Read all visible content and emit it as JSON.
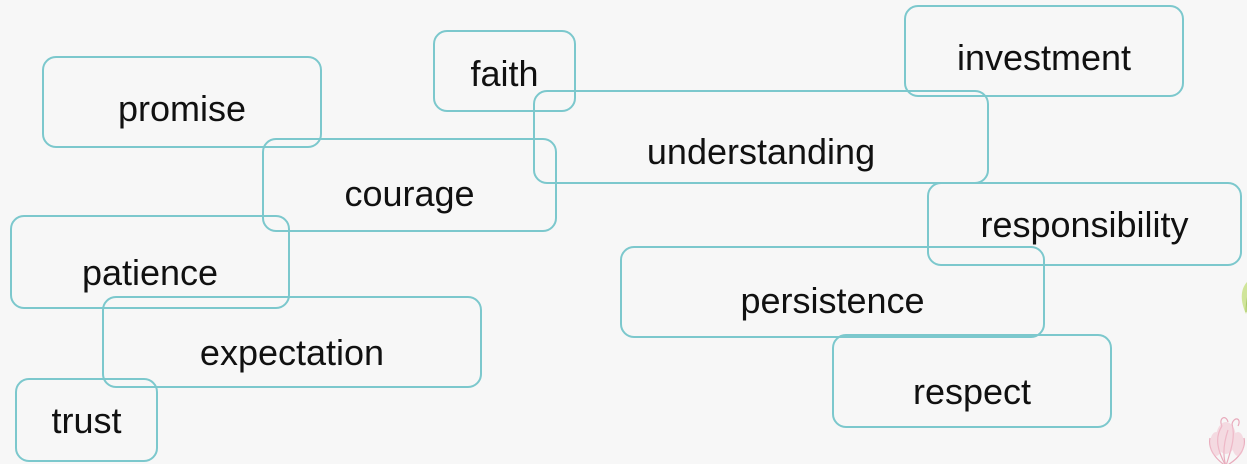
{
  "words": [
    {
      "key": "promise",
      "label": "promise"
    },
    {
      "key": "faith",
      "label": "faith"
    },
    {
      "key": "investment",
      "label": "investment"
    },
    {
      "key": "understanding",
      "label": "understanding"
    },
    {
      "key": "courage",
      "label": "courage"
    },
    {
      "key": "responsibility",
      "label": "responsibility"
    },
    {
      "key": "patience",
      "label": "patience"
    },
    {
      "key": "persistence",
      "label": "persistence"
    },
    {
      "key": "expectation",
      "label": "expectation"
    },
    {
      "key": "respect",
      "label": "respect"
    },
    {
      "key": "trust",
      "label": "trust"
    }
  ],
  "colors": {
    "background": "#f7f7f7",
    "box_border": "#7cc8cd",
    "text": "#111111"
  },
  "decorations": [
    "leaf-graphic",
    "pink-flower-graphic"
  ]
}
